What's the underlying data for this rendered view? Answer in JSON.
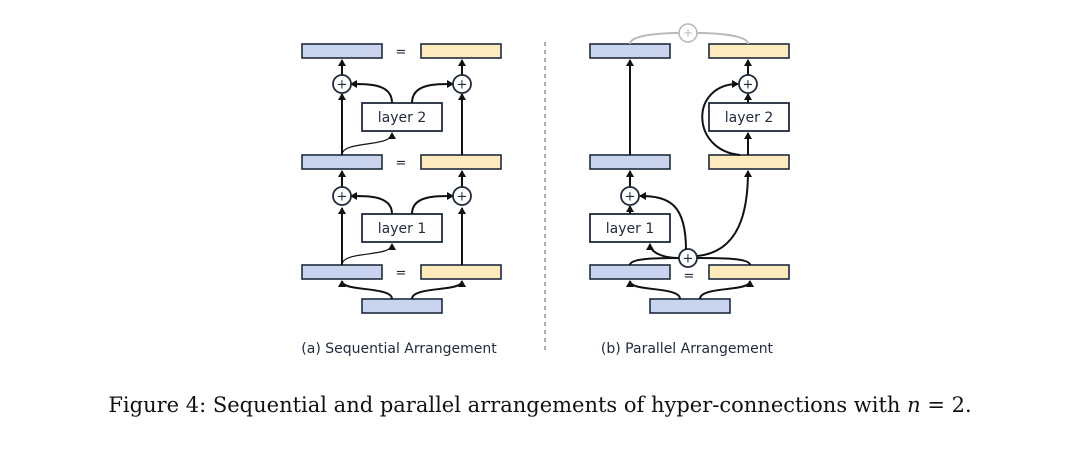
{
  "panels": {
    "sequential": {
      "caption": "(a) Sequential Arrangement",
      "layer_top": "layer 2",
      "layer_bottom": "layer 1",
      "equals": "="
    },
    "parallel": {
      "caption": "(b) Parallel Arrangement",
      "layer_top": "layer 2",
      "layer_bottom": "layer 1",
      "equals": "="
    }
  },
  "symbols": {
    "plus": "+"
  },
  "caption": {
    "prefix": "Figure 4: Sequential and parallel arrangements of hyper-connections with ",
    "var": "n",
    "suffix": " = 2."
  },
  "colors": {
    "hidden_blue": "#c9d5ee",
    "hidden_yellow": "#fdebbd",
    "outline": "#1f2a3d",
    "gray_connector": "#b9b9b9"
  }
}
